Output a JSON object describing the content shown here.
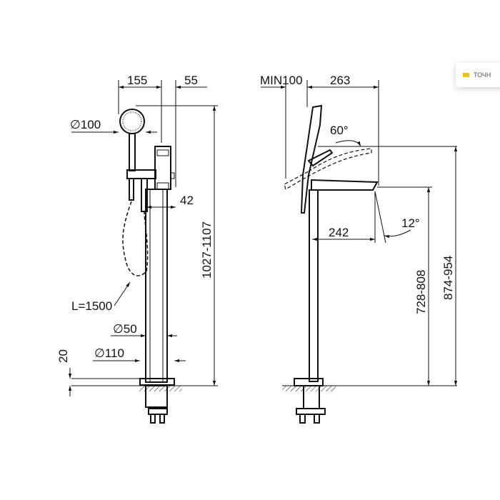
{
  "badge": {
    "label": "ТОЧН",
    "icon": "badge-icon",
    "color": "#f2c200"
  },
  "side_view": {
    "dim_top_left": "155",
    "dim_top_right": "55",
    "dim_head_diameter": "∅100",
    "dim_offset": "42",
    "dim_height": "1027-1107",
    "dim_hose": "L=1500",
    "dim_column": "∅50",
    "dim_base": "∅110",
    "dim_base_thickness": "20"
  },
  "front_view": {
    "dim_min": "MIN100",
    "dim_reach": "263",
    "dim_angle_lever": "60°",
    "dim_spout": "242",
    "dim_angle_spout": "12°",
    "dim_spout_height": "728-808",
    "dim_total_height": "874-954"
  }
}
